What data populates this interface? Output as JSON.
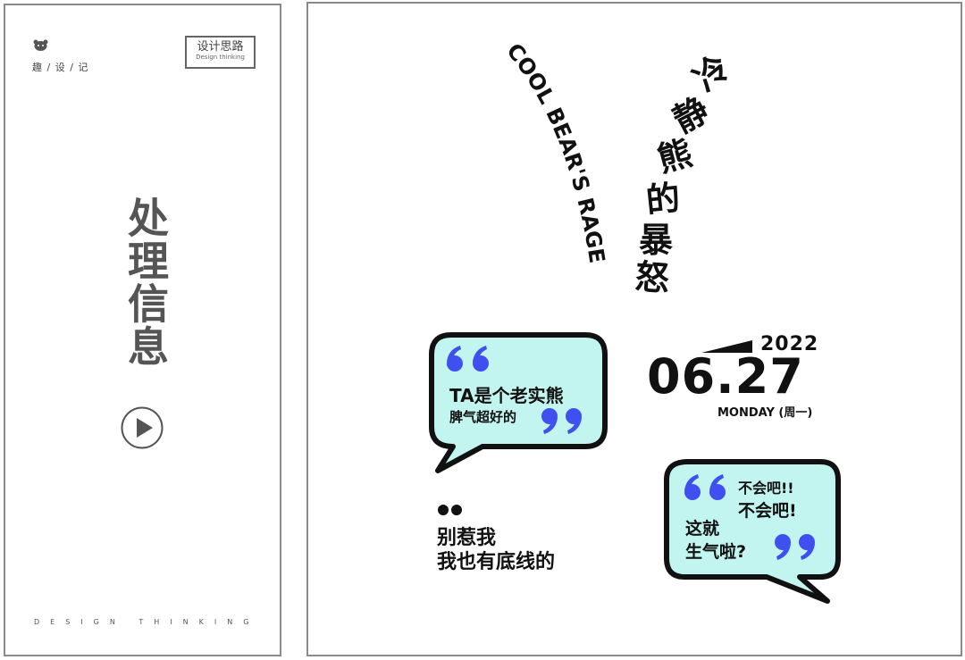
{
  "left": {
    "brand": "趣 / 设 / 记",
    "tag_title": "设计思路",
    "tag_sub": "Design thinking",
    "title": "处理信息",
    "footer": "DESIGN THINKING"
  },
  "right": {
    "arc_en": "COOL BEAR'S RAGE",
    "arc_cn": "冷静熊的暴怒",
    "bubble1_line1": "TA是个老实熊",
    "bubble1_line2": "脾气超好的",
    "date_year": "2022",
    "date_main": "06.27",
    "date_day": "MONDAY (周一)",
    "quote_line1": "别惹我",
    "quote_line2": "我也有底线的",
    "bubble2_line1": "不会吧!!",
    "bubble2_line2": "不会吧!",
    "bubble2_line3": "这就",
    "bubble2_line4": "生气啦?"
  },
  "colors": {
    "bubble_fill": "#c2f5ef",
    "quote_blue": "#4050f0",
    "ink": "#111111",
    "gray": "#555555"
  },
  "icons": [
    "bear-logo-icon",
    "play-icon",
    "quote-open-icon",
    "quote-close-icon"
  ]
}
